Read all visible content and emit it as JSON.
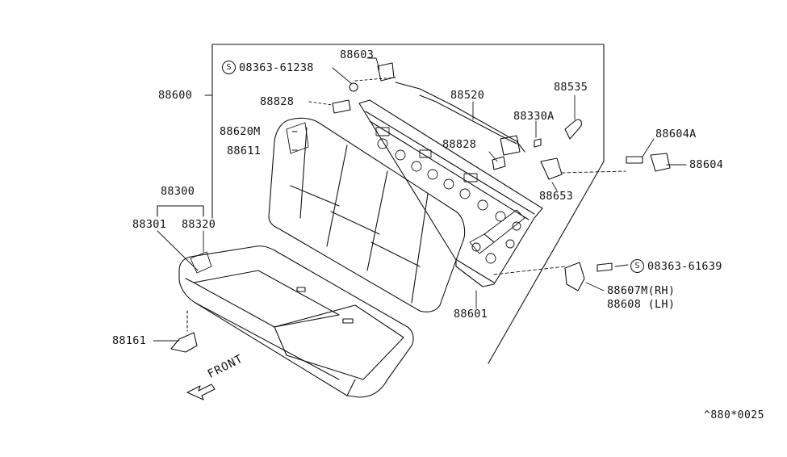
{
  "parts": {
    "p88603": "88603",
    "p08363_61238": "08363-61238",
    "p88600": "88600",
    "p88828_top": "88828",
    "p88620M": "88620M",
    "p88611": "88611",
    "p88520": "88520",
    "p88535": "88535",
    "p88330A": "88330A",
    "p88828_mid": "88828",
    "p88604A": "88604A",
    "p88604": "88604",
    "p88653": "88653",
    "p88300": "88300",
    "p88301": "88301",
    "p88320": "88320",
    "p08363_61639": "08363-61639",
    "p88607M": "88607M(RH)",
    "p88608": "88608  (LH)",
    "p88601": "88601",
    "p88161": "88161"
  },
  "screw_symbol": "S",
  "front_label": "FRONT",
  "diagram_code": "^880*0025"
}
